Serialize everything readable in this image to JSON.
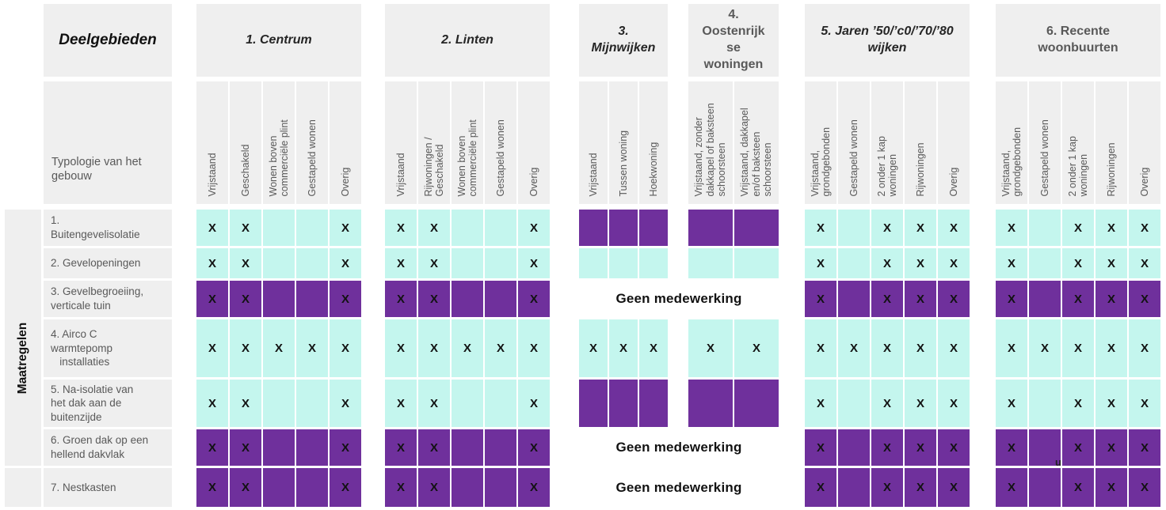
{
  "palette": {
    "cell_cyan": "#c4f6ee",
    "cell_purple": "#6f309c",
    "block_gray": "#efefef",
    "text_muted": "#595959",
    "text_dark": "#262626",
    "mark_black": "#121212"
  },
  "corner": {
    "areas_title": "Deelgebieden",
    "typology_label": "Typologie van het gebouw",
    "measures_label": "Maatregelen"
  },
  "mark_glyph": "X",
  "no_cooperation": {
    "text": "Geen medewerking",
    "row_indexes": [
      2,
      5,
      6
    ]
  },
  "stray_glyph": "u",
  "rows": [
    "1.\nBuitengevelisolatie",
    "2. Gevelopeningen",
    "3. Gevelbegroeiing,\nverticale tuin",
    "4. Airco C\nwarmtepomp\n   installaties",
    "5. Na-isolatie van\nhet dak aan de\nbuitenzijde",
    "6. Groen dak op een\nhellend dakvlak",
    "7. Nestkasten"
  ],
  "groups": [
    {
      "title": "1. Centrum",
      "italic": true,
      "muted": false,
      "columns": [
        "Vrijstaand",
        "Geschakeld",
        "Wonen boven\ncommerciële plint",
        "Gestapeld wonen",
        "Overig"
      ],
      "cells": [
        {
          "bg": "cyan",
          "marks": [
            1,
            1,
            0,
            0,
            1
          ]
        },
        {
          "bg": "cyan",
          "marks": [
            1,
            1,
            0,
            0,
            1
          ]
        },
        {
          "bg": "purple",
          "marks": [
            1,
            1,
            0,
            0,
            1
          ]
        },
        {
          "bg": "cyan",
          "marks": [
            1,
            1,
            1,
            1,
            1
          ]
        },
        {
          "bg": "cyan",
          "marks": [
            1,
            1,
            0,
            0,
            1
          ]
        },
        {
          "bg": "purple",
          "marks": [
            1,
            1,
            0,
            0,
            1
          ]
        },
        {
          "bg": "purple",
          "marks": [
            1,
            1,
            0,
            0,
            1
          ]
        }
      ]
    },
    {
      "title": "2. Linten",
      "italic": true,
      "muted": false,
      "columns": [
        "Vrijstaand",
        "Rijwoningen /\nGeschakeld",
        "Wonen boven\ncommerciële plint",
        "Gestapeld wonen",
        "Overig"
      ],
      "cells": [
        {
          "bg": "cyan",
          "marks": [
            1,
            1,
            0,
            0,
            1
          ]
        },
        {
          "bg": "cyan",
          "marks": [
            1,
            1,
            0,
            0,
            1
          ]
        },
        {
          "bg": "purple",
          "marks": [
            1,
            1,
            0,
            0,
            1
          ]
        },
        {
          "bg": "cyan",
          "marks": [
            1,
            1,
            1,
            1,
            1
          ]
        },
        {
          "bg": "cyan",
          "marks": [
            1,
            1,
            0,
            0,
            1
          ]
        },
        {
          "bg": "purple",
          "marks": [
            1,
            1,
            0,
            0,
            1
          ]
        },
        {
          "bg": "purple",
          "marks": [
            1,
            1,
            0,
            0,
            1
          ]
        }
      ]
    },
    {
      "title": "3.\nMijnwijken",
      "italic": true,
      "muted": false,
      "columns": [
        "Vrijstaand",
        "Tussen woning",
        "Hoekwoning"
      ],
      "cells": [
        {
          "bg": "purple",
          "marks": [
            0,
            0,
            0
          ]
        },
        {
          "bg": "cyan",
          "marks": [
            0,
            0,
            0
          ]
        },
        {
          "bg": "none",
          "marks": []
        },
        {
          "bg": "cyan",
          "marks": [
            1,
            1,
            1
          ]
        },
        {
          "bg": "purple",
          "marks": [
            0,
            0,
            0
          ]
        },
        {
          "bg": "none",
          "marks": []
        },
        {
          "bg": "none",
          "marks": []
        }
      ]
    },
    {
      "title": "4.\nOostenrijk\nse\nwoningen",
      "italic": false,
      "muted": true,
      "columns": [
        "Vrijstaand, zonder\ndakkapel of baksteen\nschoorsteen",
        "Vrijstaand, dakkapel\nen/of baksteen\nschoorsteen"
      ],
      "cells": [
        {
          "bg": "purple",
          "marks": [
            0,
            0
          ]
        },
        {
          "bg": "cyan",
          "marks": [
            0,
            0
          ]
        },
        {
          "bg": "none",
          "marks": []
        },
        {
          "bg": "cyan",
          "marks": [
            1,
            1
          ]
        },
        {
          "bg": "purple",
          "marks": [
            0,
            0
          ]
        },
        {
          "bg": "none",
          "marks": []
        },
        {
          "bg": "none",
          "marks": []
        }
      ]
    },
    {
      "title": "5. Jaren ’50/’c0/’70/’80\nwijken",
      "italic": true,
      "muted": false,
      "columns": [
        "Vrijstaand,\ngrondgebonden",
        "Gestapeld wonen",
        "2 onder 1 kap\nwoningen",
        "Rijwoningen",
        "Overig"
      ],
      "cells": [
        {
          "bg": "cyan",
          "marks": [
            1,
            0,
            1,
            1,
            1
          ]
        },
        {
          "bg": "cyan",
          "marks": [
            1,
            0,
            1,
            1,
            1
          ]
        },
        {
          "bg": "purple",
          "marks": [
            1,
            0,
            1,
            1,
            1
          ]
        },
        {
          "bg": "cyan",
          "marks": [
            1,
            1,
            1,
            1,
            1
          ]
        },
        {
          "bg": "cyan",
          "marks": [
            1,
            0,
            1,
            1,
            1
          ]
        },
        {
          "bg": "purple",
          "marks": [
            1,
            0,
            1,
            1,
            1
          ]
        },
        {
          "bg": "purple",
          "marks": [
            1,
            0,
            1,
            1,
            1
          ]
        }
      ]
    },
    {
      "title": "6. Recente\nwoonbuurten",
      "italic": false,
      "muted": true,
      "columns": [
        "Vrijstaand,\ngrondgebonden",
        "Gestapeld wonen",
        "2 onder 1 kap\nwoningen",
        "Rijwoningen",
        "Overig"
      ],
      "cells": [
        {
          "bg": "cyan",
          "marks": [
            1,
            0,
            1,
            1,
            1
          ]
        },
        {
          "bg": "cyan",
          "marks": [
            1,
            0,
            1,
            1,
            1
          ]
        },
        {
          "bg": "purple",
          "marks": [
            1,
            0,
            1,
            1,
            1
          ]
        },
        {
          "bg": "cyan",
          "marks": [
            1,
            1,
            1,
            1,
            1
          ]
        },
        {
          "bg": "cyan",
          "marks": [
            1,
            0,
            1,
            1,
            1
          ]
        },
        {
          "bg": "purple",
          "marks": [
            1,
            0,
            1,
            1,
            1
          ]
        },
        {
          "bg": "purple",
          "marks": [
            1,
            0,
            1,
            1,
            1
          ]
        }
      ]
    }
  ]
}
